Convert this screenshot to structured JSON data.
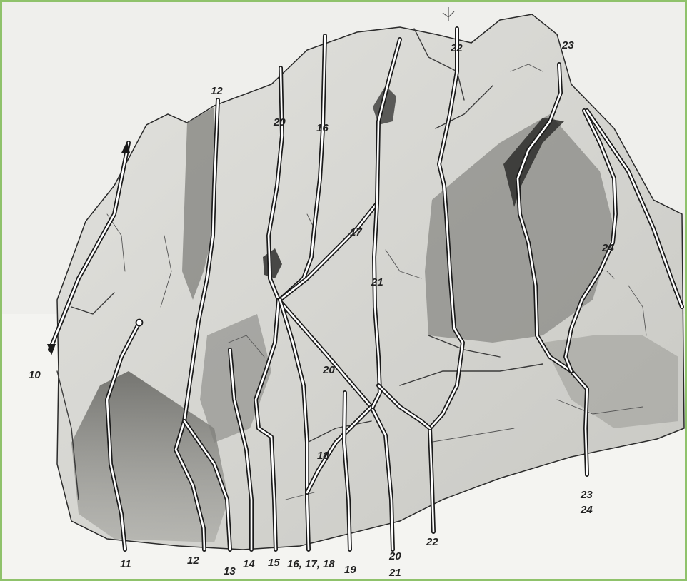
{
  "colors": {
    "border": "#8fc26b",
    "route_outline": "#1a1a1a",
    "route_fill": "#ffffff",
    "rock_light": "#d6d6d2",
    "rock_dark": "#5a5a58",
    "background": "#efefec"
  },
  "labels": {
    "r10": "10",
    "r11": "11",
    "r12_top": "12",
    "r12_bottom": "12",
    "r13": "13",
    "r14": "14",
    "r15": "15",
    "r16_top": "16",
    "r16_17_18": "16, 17, 18",
    "r17": "17",
    "r18": "18",
    "r19": "19",
    "r20_top": "20",
    "r20_mid": "20",
    "r20_bottom": "20",
    "r21_mid": "21",
    "r21_bottom": "21",
    "r22_top": "22",
    "r22_bottom": "22",
    "r23_top": "23",
    "r23_bottom": "23",
    "r24_mid": "24",
    "r24_bottom": "24"
  },
  "icons": {
    "belay_ring": "ring-icon",
    "arrow_up": "arrow-up-icon",
    "arrow_down": "arrow-down-icon"
  }
}
